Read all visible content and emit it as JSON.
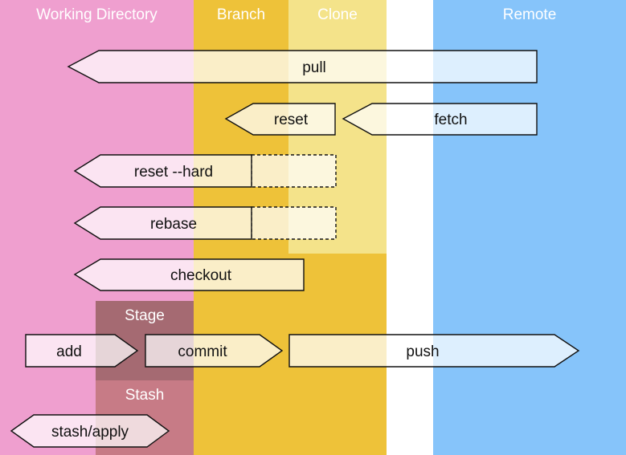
{
  "zones": {
    "working_directory": {
      "label": "Working Directory",
      "color": "#ef9fcf"
    },
    "branch": {
      "label": "Branch",
      "color": "#eec239"
    },
    "clone": {
      "label": "Clone",
      "color": "#f4e38a"
    },
    "remote": {
      "label": "Remote",
      "color": "#86c4fa"
    },
    "stage": {
      "label": "Stage",
      "color": "#a56a72"
    },
    "stash": {
      "label": "Stash",
      "color": "#c77b86"
    }
  },
  "commands": {
    "pull": "pull",
    "reset": "reset",
    "fetch": "fetch",
    "reset_hard": "reset --hard",
    "rebase": "rebase",
    "checkout": "checkout",
    "add": "add",
    "commit": "commit",
    "push": "push",
    "stash_apply": "stash/apply"
  },
  "colors": {
    "arrow_fill": "#ffffff",
    "arrow_fill_opacity": "0.72",
    "arrow_stroke": "#111111"
  }
}
